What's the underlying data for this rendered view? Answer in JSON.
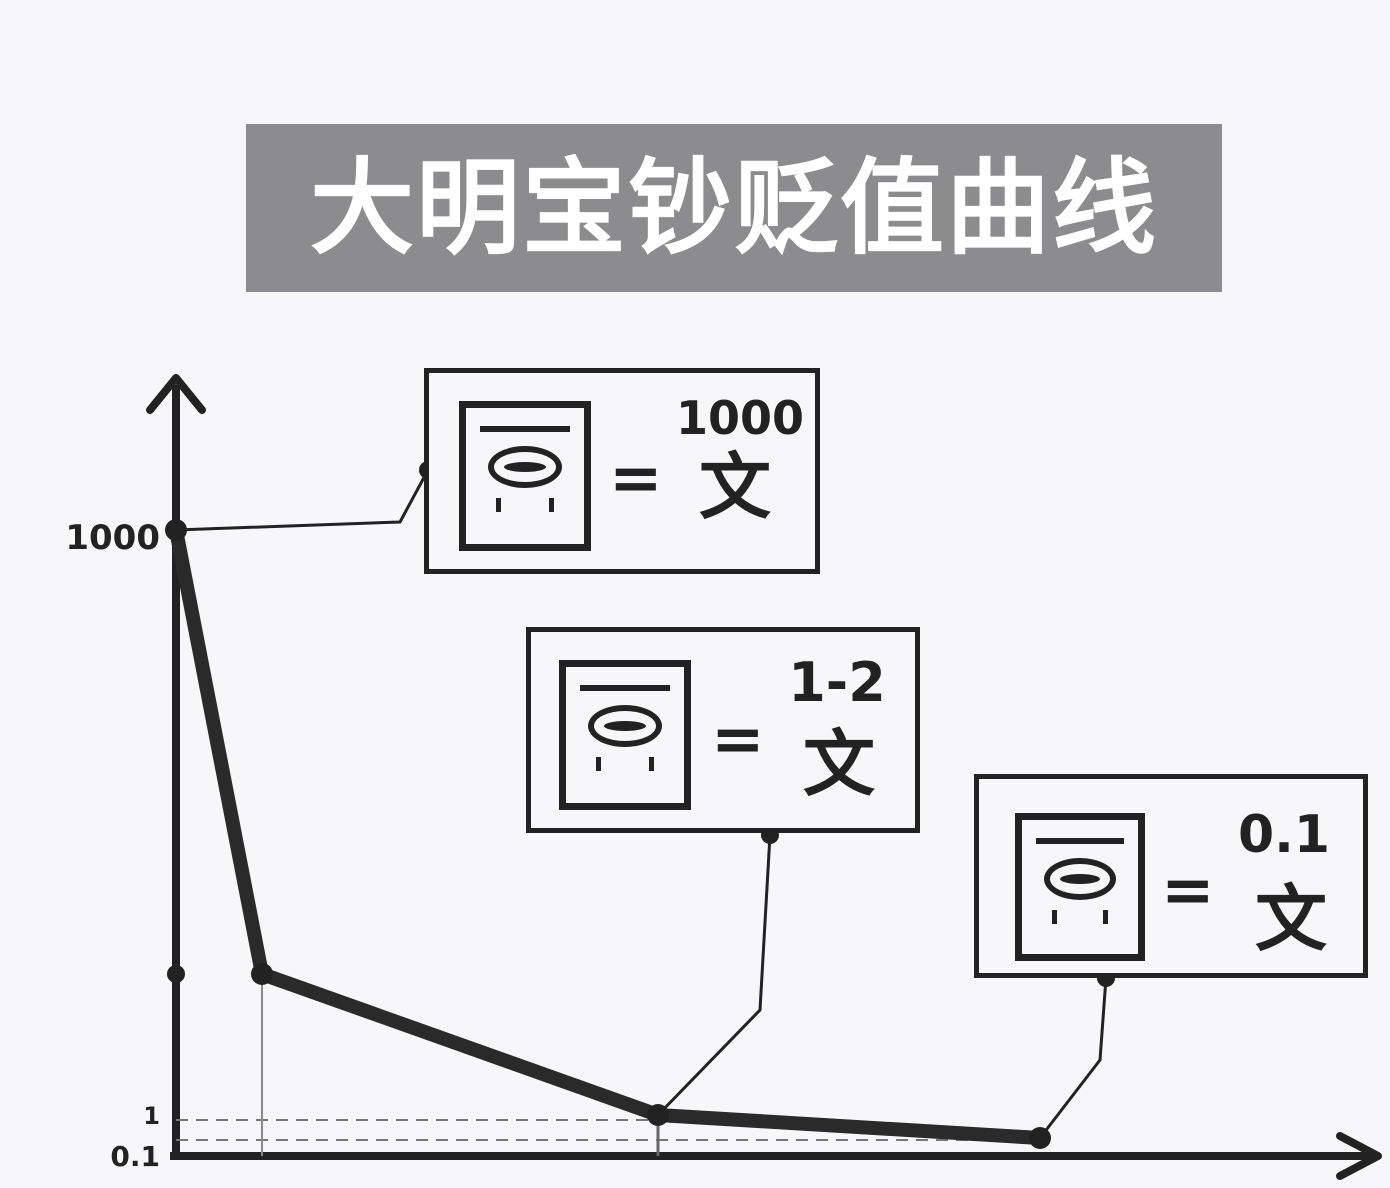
{
  "title": "大明宝钞贬值曲线",
  "chart_data": {
    "type": "line",
    "title": "大明宝钞贬值曲线",
    "xlabel": "",
    "ylabel": "",
    "y_ticks": [
      "1000",
      "1",
      "0.1"
    ],
    "series": [
      {
        "values": [
          1000,
          200,
          1.5,
          0.1
        ]
      }
    ],
    "callouts": [
      {
        "unit_char": "贯",
        "equals": "=",
        "amount": "1000",
        "currency": "文",
        "point_index": 0
      },
      {
        "unit_char": "贯",
        "equals": "=",
        "amount": "1-2",
        "currency": "文",
        "point_index": 2
      },
      {
        "unit_char": "贯",
        "equals": "=",
        "amount": "0.1",
        "currency": "文",
        "point_index": 3
      }
    ],
    "grid": false
  }
}
